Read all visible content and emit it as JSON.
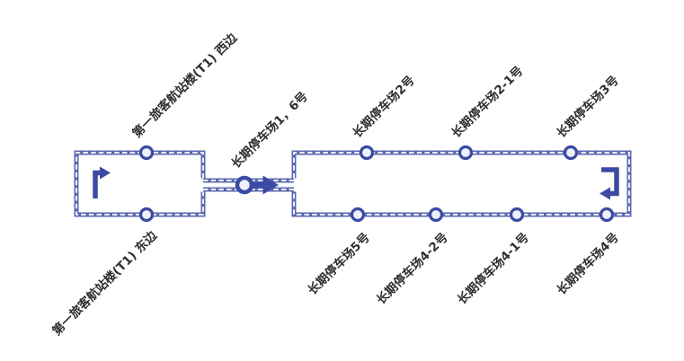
{
  "diagram": {
    "type": "shuttle-bus-route-loop-map",
    "stations": {
      "t1_west": "第一旅客航站楼(T1) 西边",
      "t1_east": "第一旅客航站楼(T1) 东边",
      "lot_1_6": "长期停车场1，6号",
      "lot_2": "长期停车场2号",
      "lot_2_1": "长期停车场2-1号",
      "lot_3": "长期停车场3号",
      "lot_5": "长期停车场5号",
      "lot_4_2": "长期停车场4-2号",
      "lot_4_1": "长期停车场4-1号",
      "lot_4": "长期停车场4号"
    },
    "icons": {
      "left_loop_direction": "turn-up-right-arrow-icon",
      "right_loop_direction": "turn-down-left-arrow-icon",
      "connector_flow": "forward-right-arrow-icon"
    },
    "colors": {
      "track": "#5b68b0",
      "track_dash": "#ffffff",
      "station_ring": "#3b4aa2",
      "station_fill": "#eef1f9",
      "arrow": "#3b4aa2",
      "label_text": "#2e2e2e",
      "background": "#ffffff"
    }
  }
}
